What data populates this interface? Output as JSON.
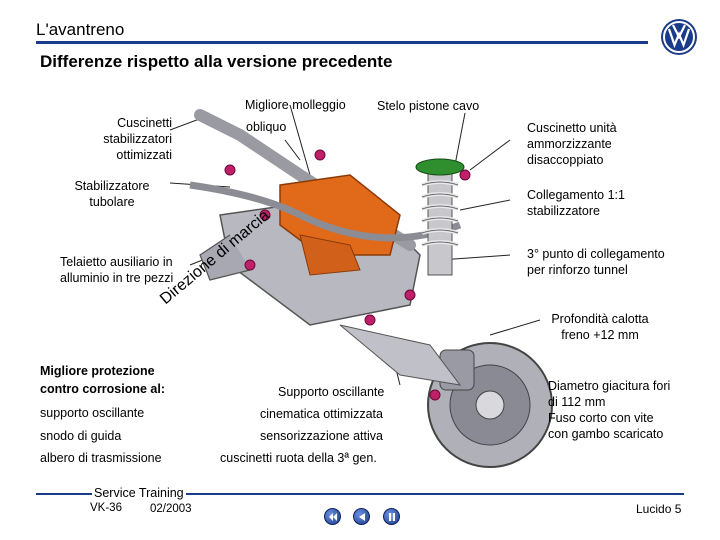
{
  "header": {
    "title": "L'avantreno",
    "subtitle": "Differenze rispetto alla versione precedente"
  },
  "labels": {
    "migliore_molleggio": "Migliore molleggio",
    "obliquo": "obliquo",
    "stelo_pistone": "Stelo pistone cavo",
    "cuscinetti_stab_1": "Cuscinetti",
    "cuscinetti_stab_2": "stabilizzatori",
    "cuscinetti_stab_3": "ottimizzati",
    "cuscinetto_unita_1": "Cuscinetto unità",
    "cuscinetto_unita_2": "ammorzizzante",
    "cuscinetto_unita_3": "disaccoppiato",
    "stabilizzatore_1": "Stabilizzatore",
    "stabilizzatore_2": "tubolare",
    "collegamento_1": "Collegamento 1:1",
    "collegamento_2": "stabilizzatore",
    "telaietto_1": "Telaietto ausiliario in",
    "telaietto_2": "alluminio in tre pezzi",
    "punto_1": "3° punto di collegamento",
    "punto_2": "per rinforzo tunnel",
    "direzione": "Direzione di marcia",
    "profondita_1": "Profondità calotta",
    "profondita_2": "freno +12 mm",
    "protezione_title_1": "Migliore protezione",
    "protezione_title_2": "contro corrosione al:",
    "protezione_item_1": "supporto oscillante",
    "protezione_item_2": "snodo di guida",
    "protezione_item_3": "albero di trasmissione",
    "supporto_1": "Supporto oscillante",
    "supporto_2": "cinematica ottimizzata",
    "supporto_3": "sensorizzazione attiva",
    "cuscinetti_ruota": "cuscinetti ruota della 3ª gen.",
    "diametro_1": "Diametro giacitura fori",
    "diametro_2": "di 112 mm",
    "diametro_3": "Fuso corto con vite",
    "diametro_4": "con gambo scaricato"
  },
  "footer": {
    "brand": "Service Training",
    "code": "VK-36",
    "date": "02/2003",
    "page": "Lucido 5"
  },
  "colors": {
    "accent": "#1a3a8a",
    "orange": "#e06a1a",
    "green": "#2f8f2f",
    "magenta": "#c0206a"
  },
  "nav": {
    "icons": [
      "rewind-icon",
      "back-icon",
      "pause-icon"
    ]
  }
}
